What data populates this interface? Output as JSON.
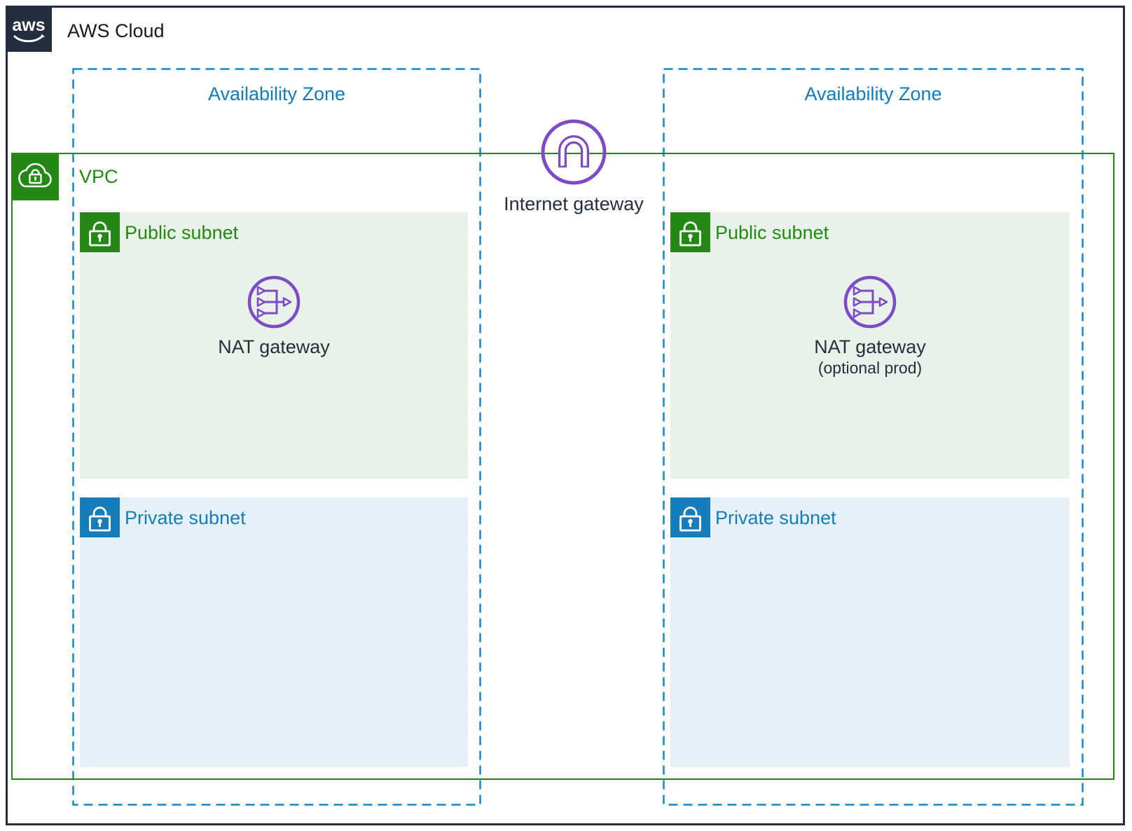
{
  "header": {
    "logo_text": "aws",
    "title": "AWS Cloud"
  },
  "vpc": {
    "label": "VPC"
  },
  "internet_gateway": {
    "label": "Internet gateway"
  },
  "zones": [
    {
      "label": "Availability Zone",
      "public_subnet": {
        "label": "Public subnet",
        "nat": {
          "label": "NAT gateway",
          "note": ""
        }
      },
      "private_subnet": {
        "label": "Private subnet"
      }
    },
    {
      "label": "Availability Zone",
      "public_subnet": {
        "label": "Public subnet",
        "nat": {
          "label": "NAT gateway",
          "note": "(optional prod)"
        }
      },
      "private_subnet": {
        "label": "Private subnet"
      }
    }
  ],
  "icons": {
    "aws_logo": "aws-smile-logo",
    "vpc": "cloud-lock-icon",
    "public_subnet": "padlock-icon",
    "private_subnet": "padlock-icon",
    "internet_gateway": "gateway-arch-icon",
    "nat_gateway": "nat-fanout-arrow-icon"
  },
  "colors": {
    "outline_dark": "#232F3E",
    "green": "#238814",
    "green_fill": "#E9F2E9",
    "blue": "#157EBA",
    "blue_fill": "#E5F0F8",
    "az_blue": "#1287C9",
    "az_label_blue": "#0F7CBF",
    "purple": "#7E4BC6",
    "title_text": "#16191F"
  }
}
